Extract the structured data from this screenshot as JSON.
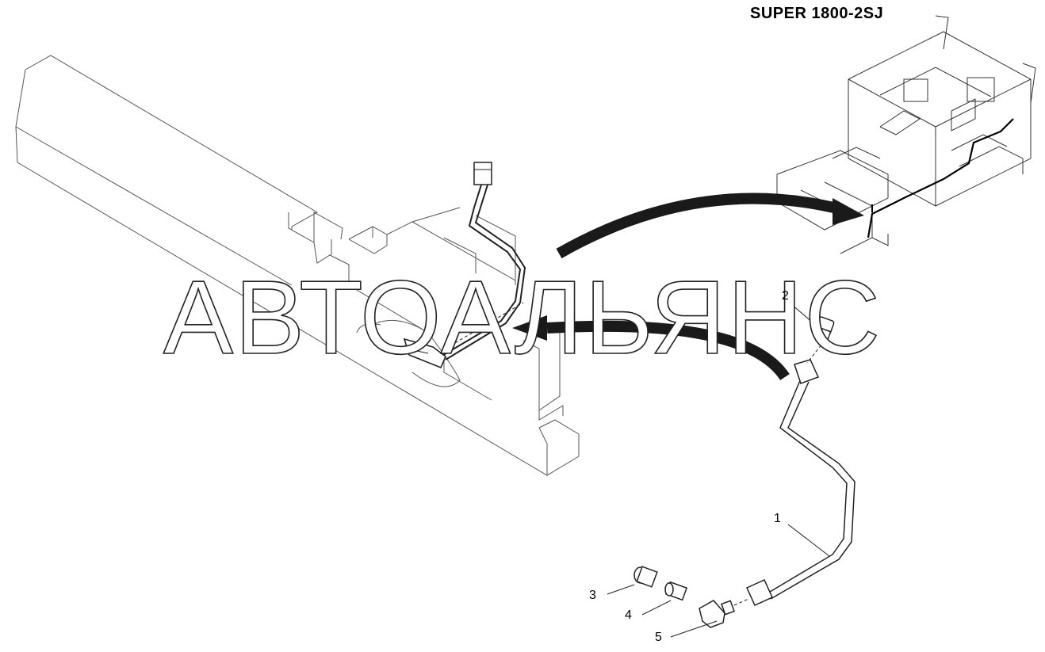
{
  "title": "SUPER 1800-2SJ",
  "watermark": "АВТОАЛЬЯНС",
  "callouts": [
    {
      "id": "1",
      "label": "1"
    },
    {
      "id": "2",
      "label": "2"
    },
    {
      "id": "3",
      "label": "3"
    },
    {
      "id": "4",
      "label": "4"
    },
    {
      "id": "5",
      "label": "5"
    }
  ]
}
